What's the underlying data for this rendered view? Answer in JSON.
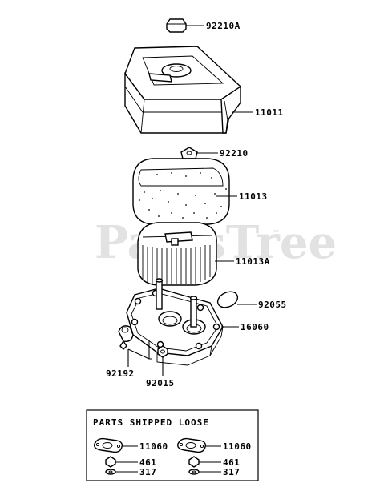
{
  "watermark": {
    "text": "PartsTree",
    "tm": "™"
  },
  "parts": {
    "p92210A": "92210A",
    "p11011": "11011",
    "p92210": "92210",
    "p11013": "11013",
    "p11013A": "11013A",
    "p92055": "92055",
    "p16060": "16060",
    "p92192": "92192",
    "p92015": "92015"
  },
  "loose_box": {
    "title": "PARTS SHIPPED LOOSE",
    "left": {
      "gasket": "11060",
      "nut": "461",
      "washer": "317"
    },
    "right": {
      "gasket": "11060",
      "nut": "461",
      "washer": "317"
    }
  }
}
